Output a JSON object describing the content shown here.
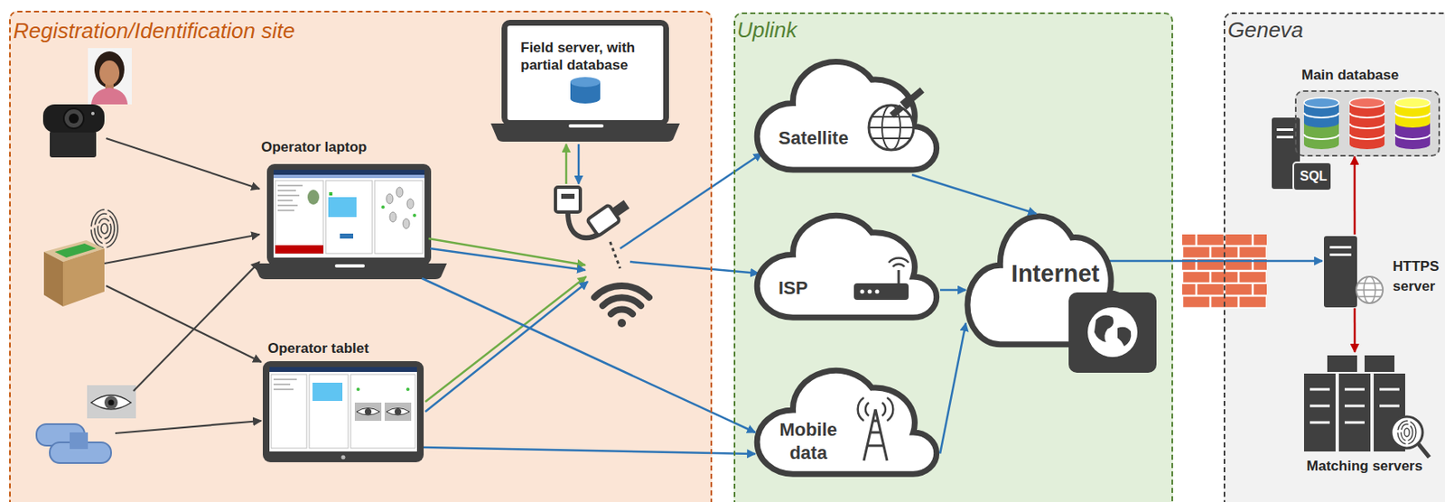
{
  "diagram": {
    "nodes": [
      {
        "text": [
          "Registration/Identification site"
        ]
      },
      {
        "text": [
          "Field server, with partial database"
        ],
        "in": 0
      },
      {
        "text": [
          "Operator laptop"
        ],
        "in": 0
      },
      {
        "text": [
          "Operator tablet"
        ],
        "in": 0
      },
      {
        "text": [
          "Uplink"
        ]
      },
      {
        "text": [
          "Satellite"
        ],
        "in": 4
      },
      {
        "text": [
          "ISP"
        ],
        "in": 4
      },
      {
        "text": [
          "Mobile data"
        ],
        "in": 4
      },
      {
        "text": [
          "Internet"
        ],
        "in": 4
      },
      {
        "text": [
          "Geneva"
        ]
      },
      {
        "text": [
          "Main database"
        ],
        "in": 9
      },
      {
        "text": [
          "HTTPS server"
        ],
        "in": 9
      },
      {
        "text": [
          "Matching servers"
        ],
        "in": 9
      }
    ],
    "edges": [
      {
        "from": 2,
        "to": 7,
        "arrow": "to"
      },
      {
        "from": 3,
        "to": 7,
        "arrow": "to"
      },
      {
        "from": 5,
        "to": 8,
        "arrow": "to"
      },
      {
        "from": 6,
        "to": 8,
        "arrow": "to"
      },
      {
        "from": 7,
        "to": 8,
        "arrow": "to"
      },
      {
        "from": 8,
        "to": 11,
        "arrow": "to"
      },
      {
        "from": 11,
        "to": 10,
        "arrow": "to"
      },
      {
        "from": 11,
        "to": 12,
        "arrow": "to"
      }
    ],
    "labels": [
      "SQL"
    ]
  }
}
